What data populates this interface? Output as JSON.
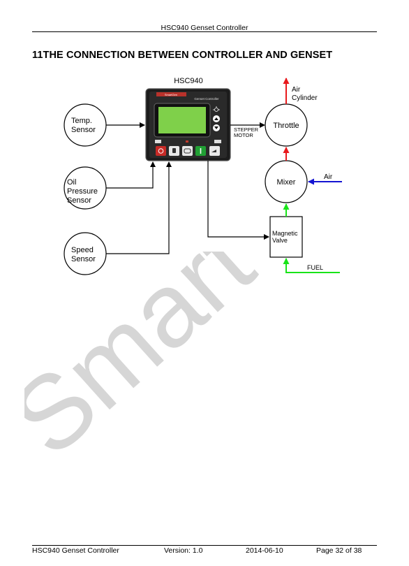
{
  "header": {
    "text": "HSC940 Genset Controller"
  },
  "section_title": "11THE CONNECTION BETWEEN CONTROLLER AND GENSET",
  "diagram": {
    "controller_name": "HSC940",
    "controller_brand": "SmartGen",
    "controller_subtitle": "Genset Controller",
    "temp_sensor": [
      "Temp.",
      "Sensor"
    ],
    "oil_sensor": [
      "Oil",
      "Pressure",
      "Sensor"
    ],
    "speed_sensor": [
      "Speed",
      "Sensor"
    ],
    "throttle": "Throttle",
    "mixer": "Mixer",
    "magnetic_valve": [
      "Magnetic",
      "Valve"
    ],
    "stepper_motor": [
      "STEPPER",
      "MOTOR"
    ],
    "air_cylinder": [
      "Air",
      "Cylinder"
    ],
    "air": "Air",
    "fuel": "FUEL",
    "colors": {
      "red_arrow": "#e8191c",
      "green_arrow": "#18e418",
      "blue_arrow": "#1414d2"
    }
  },
  "watermark": "Smart",
  "footer": {
    "doc": "HSC940 Genset Controller",
    "version": "Version: 1.0",
    "date": "2014-06-10",
    "page": "Page 32 of 38"
  }
}
